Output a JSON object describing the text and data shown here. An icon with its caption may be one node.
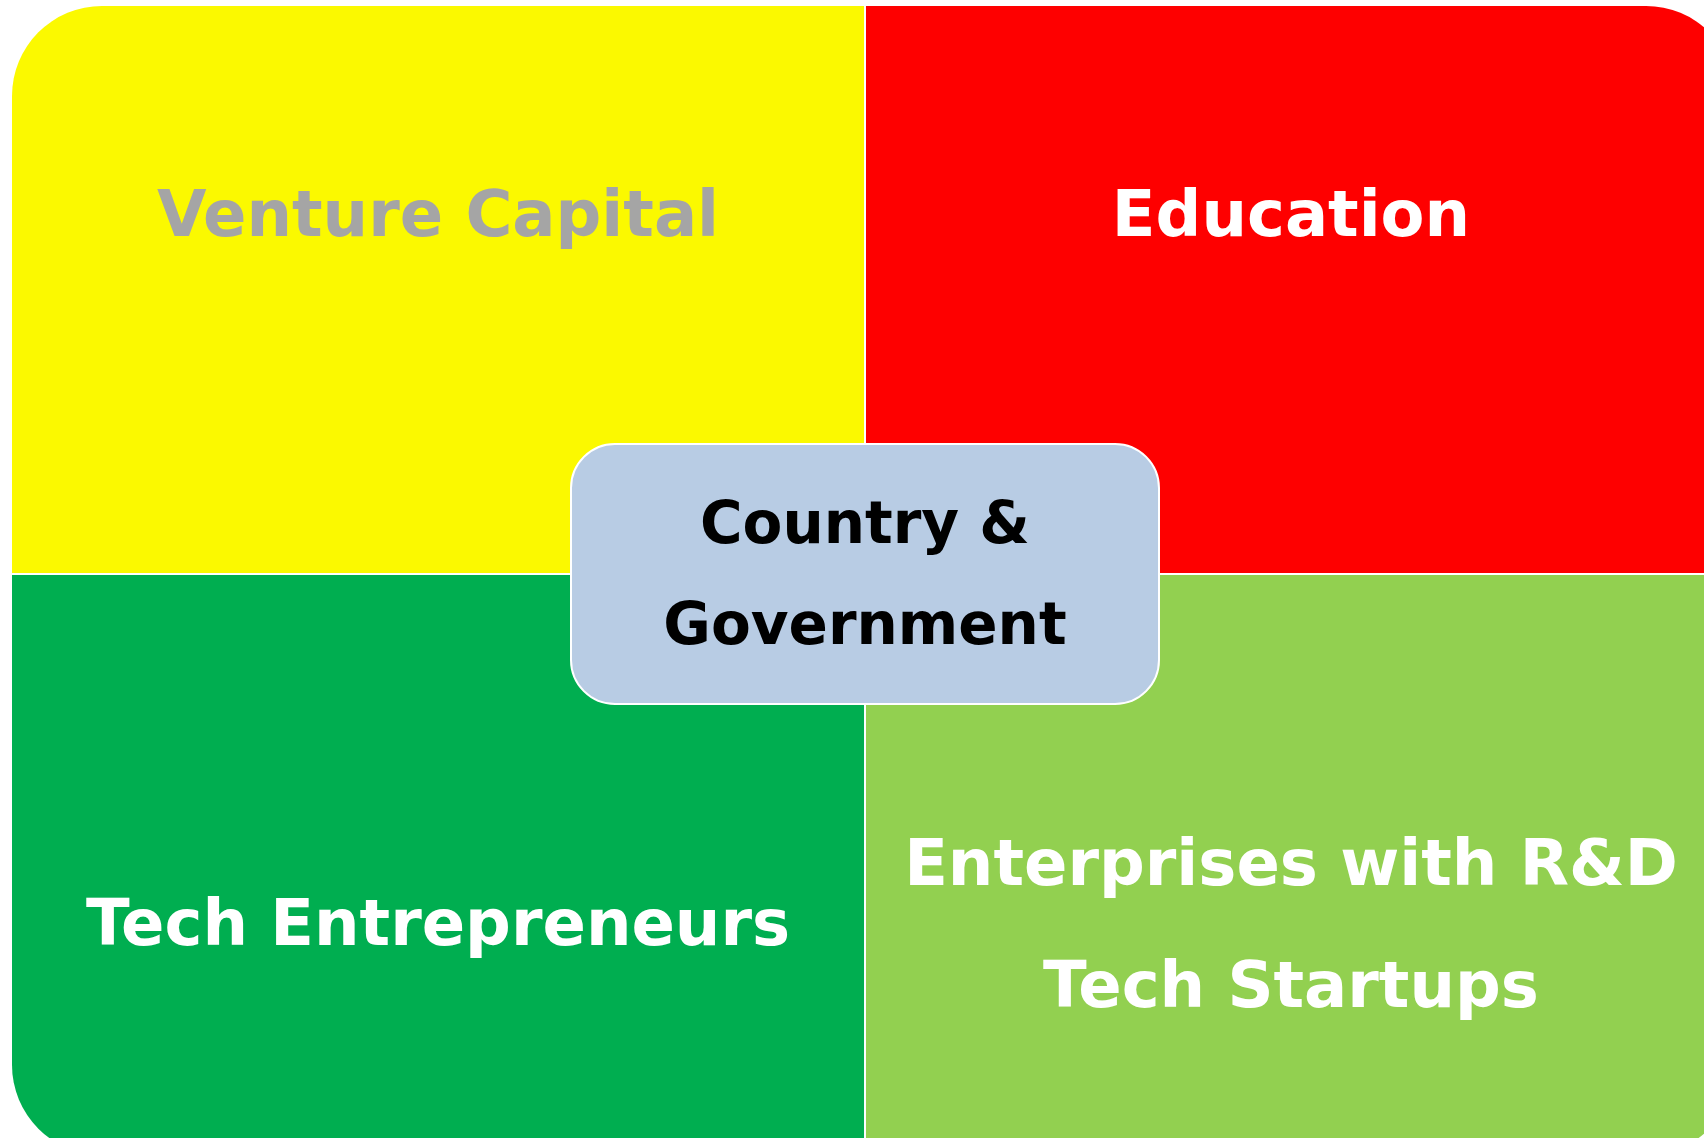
{
  "diagram": {
    "nodes": [
      {
        "text": [
          "Venture Capital"
        ]
      },
      {
        "text": [
          "Education"
        ]
      },
      {
        "text": [
          "Tech Entrepreneurs"
        ]
      },
      {
        "text": [
          "Enterprises with R&D",
          "Tech Startups"
        ]
      },
      {
        "text": [
          "Country & Government"
        ]
      }
    ]
  }
}
